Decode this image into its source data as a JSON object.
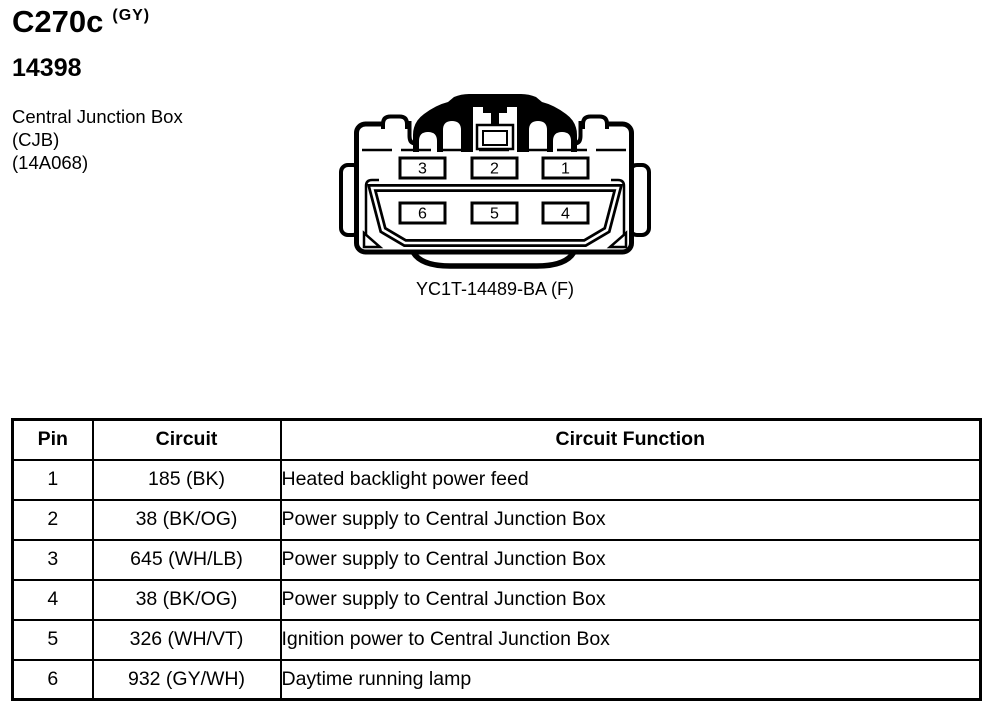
{
  "colors": {
    "ink": "#000000",
    "paper": "#ffffff"
  },
  "header": {
    "connector_id": "C270c",
    "color_code": "(GY)",
    "part_number": "14398",
    "component": {
      "line1": "Central Junction Box",
      "line2": "(CJB)",
      "line3": "(14A068)"
    }
  },
  "connector": {
    "caption": "YC1T-14489-BA (F)",
    "pins_top": [
      "3",
      "2",
      "1"
    ],
    "pins_bottom": [
      "6",
      "5",
      "4"
    ]
  },
  "table": {
    "headers": [
      "Pin",
      "Circuit",
      "Circuit Function"
    ],
    "rows": [
      {
        "pin": "1",
        "circuit": "185 (BK)",
        "function": "Heated backlight power feed"
      },
      {
        "pin": "2",
        "circuit": "38 (BK/OG)",
        "function": "Power supply to Central Junction Box"
      },
      {
        "pin": "3",
        "circuit": "645 (WH/LB)",
        "function": "Power supply to Central Junction Box"
      },
      {
        "pin": "4",
        "circuit": "38 (BK/OG)",
        "function": "Power supply to Central Junction Box"
      },
      {
        "pin": "5",
        "circuit": "326 (WH/VT)",
        "function": "Ignition power to Central Junction Box"
      },
      {
        "pin": "6",
        "circuit": "932 (GY/WH)",
        "function": "Daytime running lamp"
      }
    ]
  }
}
